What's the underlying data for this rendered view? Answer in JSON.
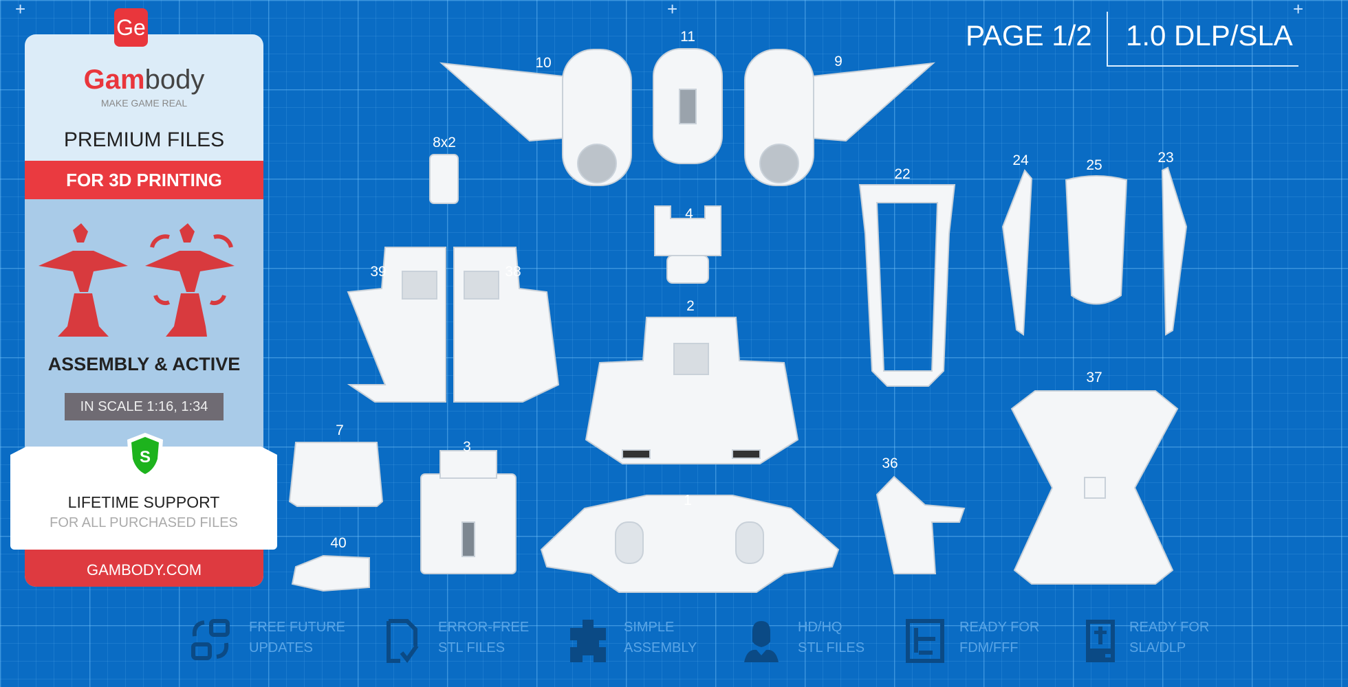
{
  "header": {
    "page": "PAGE 1/2",
    "profile": "1.0 DLP/SLA"
  },
  "panel": {
    "logo": "Ge",
    "brand_red": "Gam",
    "brand_dark": "body",
    "tagline": "MAKE GAME REAL",
    "premium": "PREMIUM FILES",
    "for_printing": "FOR 3D PRINTING",
    "assembly": "ASSEMBLY & ACTIVE",
    "scale": "IN SCALE 1:16, 1:34",
    "shield_letter": "S",
    "support_title": "LIFETIME SUPPORT",
    "support_sub": "FOR ALL PURCHASED FILES",
    "site": "GAMBODY.COM"
  },
  "parts": [
    "10",
    "11",
    "9",
    "8x2",
    "4",
    "22",
    "24",
    "25",
    "23",
    "39",
    "38",
    "2",
    "37",
    "7",
    "3",
    "36",
    "1",
    "40"
  ],
  "features": [
    {
      "icon": "refresh-icon",
      "line1": "FREE FUTURE",
      "line2": "UPDATES"
    },
    {
      "icon": "file-check-icon",
      "line1": "ERROR-FREE",
      "line2": "STL FILES"
    },
    {
      "icon": "puzzle-icon",
      "line1": "SIMPLE",
      "line2": "ASSEMBLY"
    },
    {
      "icon": "ironman-icon",
      "line1": "HD/HQ",
      "line2": "STL FILES"
    },
    {
      "icon": "fdm-printer-icon",
      "line1": "READY FOR",
      "line2": "FDM/FFF"
    },
    {
      "icon": "sla-printer-icon",
      "line1": "READY FOR",
      "line2": "SLA/DLP"
    }
  ],
  "colors": {
    "background": "#0a6cc4",
    "accent_red": "#e9363c",
    "feature_text": "#5aa5e6",
    "feature_icon": "#0b4a85"
  }
}
